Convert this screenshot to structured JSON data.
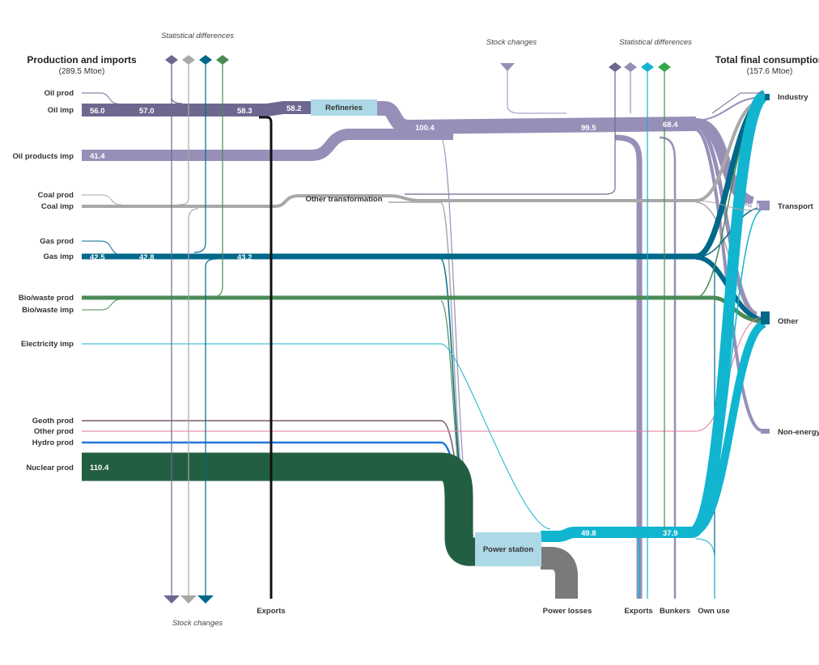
{
  "colors": {
    "oil_dark": "#6e6890",
    "oil_light": "#978fb8",
    "coal": "#a8a8a8",
    "gas": "#00688b",
    "bio": "#4a8b55",
    "elec": "#11b5d0",
    "nuclear": "#225f42",
    "node_box": "#add8e6",
    "losses": "#7a7a7a",
    "geoth": "#7b5a6e",
    "other": "#e07a9a",
    "hydro": "#2277dd",
    "exports_black": "#111111",
    "stat_green": "#35a84a"
  },
  "header_left": {
    "title": "Production and imports",
    "subtitle": "(289.5 Mtoe)"
  },
  "header_right": {
    "title": "Total final consumption",
    "subtitle": "(157.6 Mtoe)"
  },
  "annotations": {
    "stat_diff_left": "Statistical differences",
    "stat_diff_right": "Statistical differences",
    "stock_changes_top": "Stock  changes",
    "stock_changes_bottom": "Stock changes"
  },
  "sources": [
    "Oil prod",
    "Oil imp",
    "Oil products imp",
    "Coal prod",
    "Coal imp",
    "Gas prod",
    "Gas imp",
    "Bio/waste prod",
    "Bio/waste imp",
    "Electricity imp",
    "Geoth prod",
    "Other prod",
    "Hydro prod",
    "Nuclear prod"
  ],
  "nodes": {
    "refineries": "Refineries",
    "other_transformation": "Other transformation",
    "power_station": "Power station"
  },
  "sinks": [
    "Industry",
    "Transport",
    "Other",
    "Non-energy"
  ],
  "bottom_labels": {
    "exports_left": "Exports",
    "power_losses": "Power losses",
    "exports_right": "Exports",
    "bunkers": "Bunkers",
    "own_use": "Own use"
  },
  "flow_values": {
    "oil_imp": "56.0",
    "oil_mid": "57.0",
    "oil_pre_ref": "58.3",
    "oil_ref_in": "58.2",
    "oil_products_imp": "41.4",
    "oil_after_ref": "100.4",
    "oil_right": "99.5",
    "oil_far_right": "68.4",
    "transport": "39.4",
    "gas_imp": "42.5",
    "gas_mid": "42.8",
    "gas_right": "43.2",
    "nuclear": "110.4",
    "elec_out": "49.8",
    "elec_right": "37.9"
  }
}
